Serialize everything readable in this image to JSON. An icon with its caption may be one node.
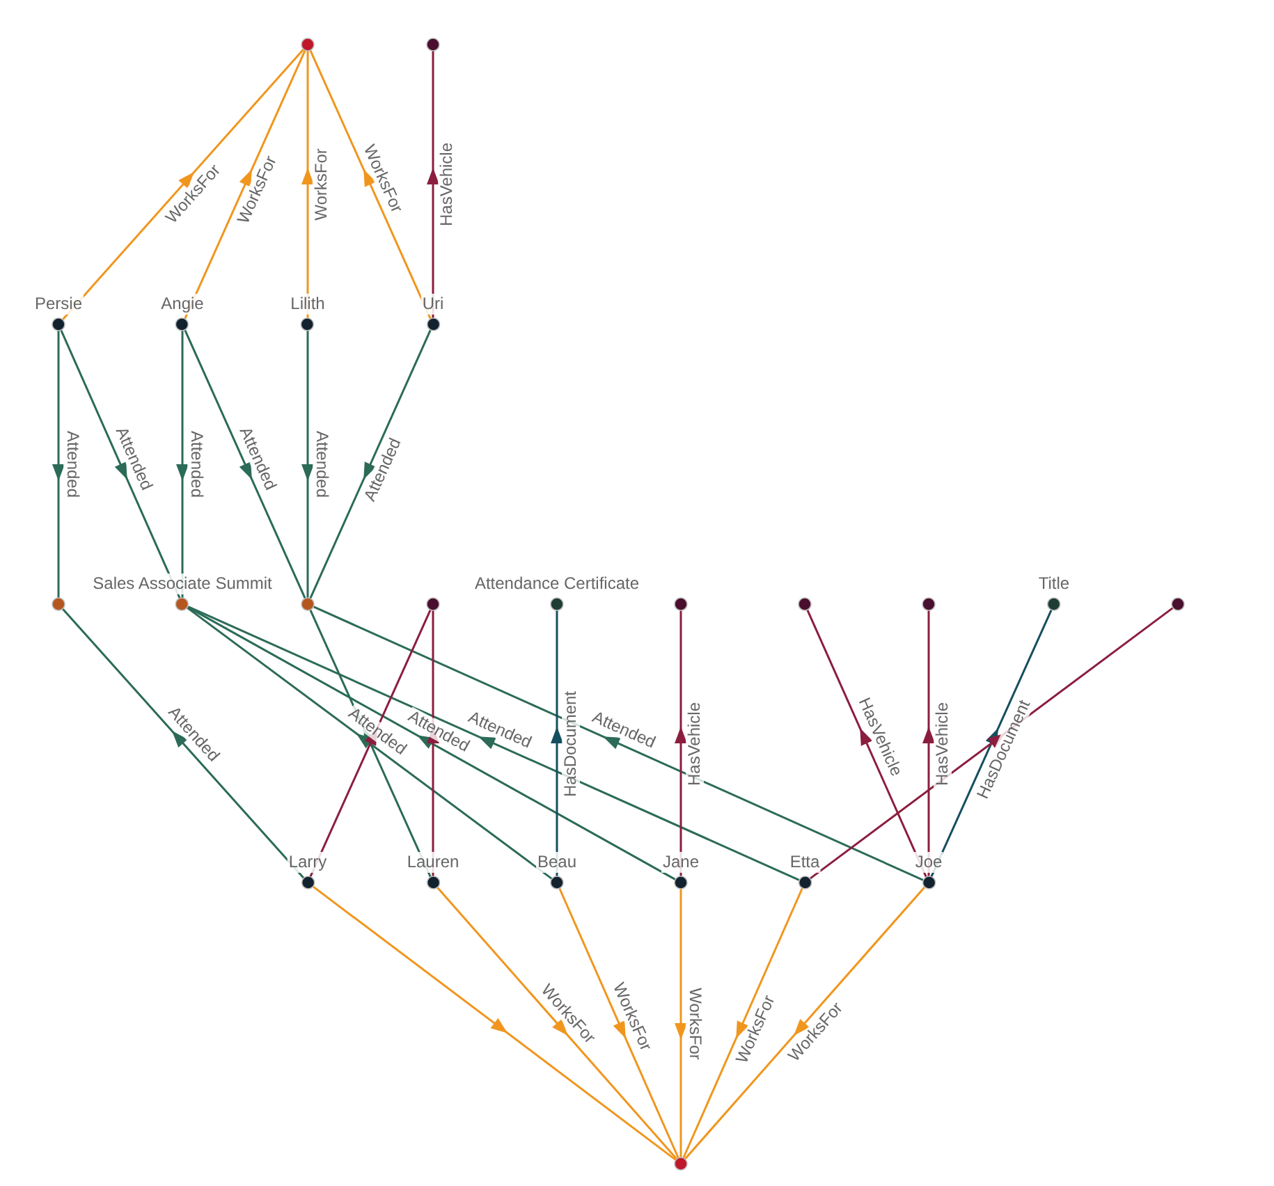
{
  "diagram": {
    "nodes": [
      {
        "text": [],
        "shape": "circle"
      },
      {
        "text": [],
        "shape": "circle"
      },
      {
        "text": [
          "Persie"
        ]
      },
      {
        "text": [
          "Angie"
        ]
      },
      {
        "text": [
          "Lilith"
        ]
      },
      {
        "text": [
          "Uri"
        ]
      },
      {
        "text": [],
        "shape": "circle"
      },
      {
        "text": [
          "Sales Associate Summit"
        ]
      },
      {
        "text": [],
        "shape": "circle"
      },
      {
        "text": [],
        "shape": "circle"
      },
      {
        "text": [
          "Attendance Certificate"
        ]
      },
      {
        "text": [],
        "shape": "circle"
      },
      {
        "text": [],
        "shape": "circle"
      },
      {
        "text": [],
        "shape": "circle"
      },
      {
        "text": [
          "Title"
        ]
      },
      {
        "text": [],
        "shape": "circle"
      },
      {
        "text": [
          "Larry"
        ]
      },
      {
        "text": [
          "Lauren"
        ]
      },
      {
        "text": [
          "Beau"
        ]
      },
      {
        "text": [
          "Jane"
        ]
      },
      {
        "text": [
          "Etta"
        ]
      },
      {
        "text": [
          "Joe"
        ]
      },
      {
        "text": [],
        "shape": "circle"
      }
    ],
    "edges": [
      {
        "from": 2,
        "to": 0,
        "arrow": "to",
        "label": "WorksFor",
        "color": "#f0961e"
      },
      {
        "from": 3,
        "to": 0,
        "arrow": "to",
        "label": "WorksFor",
        "color": "#f0961e"
      },
      {
        "from": 4,
        "to": 0,
        "arrow": "to",
        "label": "WorksFor",
        "color": "#f0961e"
      },
      {
        "from": 5,
        "to": 0,
        "arrow": "to",
        "label": "WorksFor",
        "color": "#f0961e"
      },
      {
        "from": 5,
        "to": 1,
        "arrow": "to",
        "label": "HasVehicle",
        "color": "#8b1e3f"
      },
      {
        "from": 2,
        "to": 6,
        "arrow": "to",
        "label": "Attended"
      },
      {
        "from": 2,
        "to": 7,
        "arrow": "to",
        "label": "Attended"
      },
      {
        "from": 3,
        "to": 7,
        "arrow": "to",
        "label": "Attended"
      },
      {
        "from": 3,
        "to": 8,
        "arrow": "to",
        "label": "Attended"
      },
      {
        "from": 4,
        "to": 8,
        "arrow": "to",
        "label": "Attended"
      },
      {
        "from": 5,
        "to": 8,
        "arrow": "to",
        "label": "Attended"
      },
      {
        "from": 16,
        "to": 6,
        "arrow": "to",
        "label": "Attended"
      },
      {
        "from": 17,
        "to": 8,
        "arrow": "to"
      },
      {
        "from": 18,
        "to": 7,
        "arrow": "to",
        "label": "Attended"
      },
      {
        "from": 19,
        "to": 7,
        "arrow": "to",
        "label": "Attended"
      },
      {
        "from": 20,
        "to": 7,
        "arrow": "to",
        "label": "Attended"
      },
      {
        "from": 21,
        "to": 8,
        "arrow": "to",
        "label": "Attended"
      },
      {
        "from": 16,
        "to": 9,
        "arrow": "to",
        "color": "#8b1e3f"
      },
      {
        "from": 17,
        "to": 9,
        "arrow": "to",
        "color": "#8b1e3f"
      },
      {
        "from": 18,
        "to": 10,
        "arrow": "to",
        "label": "HasDocument",
        "color": "#154f5f"
      },
      {
        "from": 19,
        "to": 11,
        "arrow": "to",
        "label": "HasVehicle",
        "color": "#8b1e3f"
      },
      {
        "from": 21,
        "to": 12,
        "arrow": "to",
        "label": "HasVehicle",
        "color": "#8b1e3f"
      },
      {
        "from": 21,
        "to": 13,
        "arrow": "to",
        "label": "HasVehicle",
        "color": "#8b1e3f"
      },
      {
        "from": 21,
        "to": 14,
        "arrow": "to",
        "label": "HasDocument",
        "color": "#154f5f"
      },
      {
        "from": 20,
        "to": 15,
        "arrow": "to",
        "color": "#8b1e3f"
      },
      {
        "from": 16,
        "to": 22,
        "arrow": "to",
        "color": "#f0961e"
      },
      {
        "from": 17,
        "to": 22,
        "arrow": "to",
        "label": "WorksFor",
        "color": "#f0961e"
      },
      {
        "from": 18,
        "to": 22,
        "arrow": "to",
        "label": "WorksFor",
        "color": "#f0961e"
      },
      {
        "from": 19,
        "to": 22,
        "arrow": "to",
        "label": "WorksFor",
        "color": "#f0961e"
      },
      {
        "from": 20,
        "to": 22,
        "arrow": "to",
        "label": "WorksFor",
        "color": "#f0961e"
      },
      {
        "from": 21,
        "to": 22,
        "arrow": "to",
        "label": "WorksFor",
        "color": "#f0961e"
      }
    ]
  }
}
